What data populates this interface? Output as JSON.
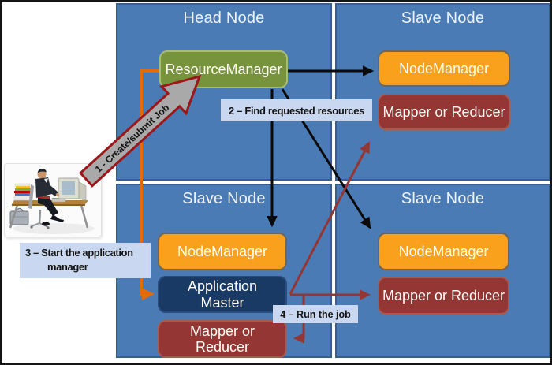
{
  "nodes": [
    {
      "id": "head-node",
      "title": "Head Node"
    },
    {
      "id": "slave-node-top-right",
      "title": "Slave Node"
    },
    {
      "id": "slave-node-bottom-left",
      "title": "Slave Node"
    },
    {
      "id": "slave-node-bottom-right",
      "title": "Slave Node"
    }
  ],
  "boxes": {
    "resource_manager": {
      "label": "ResourceManager"
    },
    "node_manager_top_right": {
      "label": "NodeManager"
    },
    "mapper_top_right": {
      "label": "Mapper or Reducer"
    },
    "node_manager_bottom_left": {
      "label": "NodeManager"
    },
    "application_master": {
      "line1": "Application",
      "line2": "Master"
    },
    "mapper_bottom_left": {
      "line1": "Mapper or",
      "line2": "Reducer"
    },
    "node_manager_bottom_right": {
      "label": "NodeManager"
    },
    "mapper_bottom_right": {
      "label": "Mapper or Reducer"
    }
  },
  "steps": {
    "step1": {
      "label": "1 - Create/submit Job"
    },
    "step2": {
      "label": "2 – Find requested resources"
    },
    "step3": {
      "line1": "3 – Start the application",
      "line2": "manager"
    },
    "step4": {
      "label": "4 – Run the job"
    }
  },
  "icons": {
    "user": "person-at-desk-icon"
  },
  "colors": {
    "node_fill": "#4B7BB5",
    "node_border": "#3A5E8C",
    "resource_manager_fill": "#77933C",
    "node_manager_fill": "#F9A11D",
    "mapper_fill": "#943634",
    "application_master_fill": "#1A3A66",
    "step_label_bg": "#C9D8F0",
    "black_arrow": "#0A0A0A",
    "red_arrow": "#943634",
    "orange_arrow": "#E36C0A",
    "submit_arrow_fill": "#A9A9A9",
    "submit_arrow_border": "#9B171A"
  }
}
